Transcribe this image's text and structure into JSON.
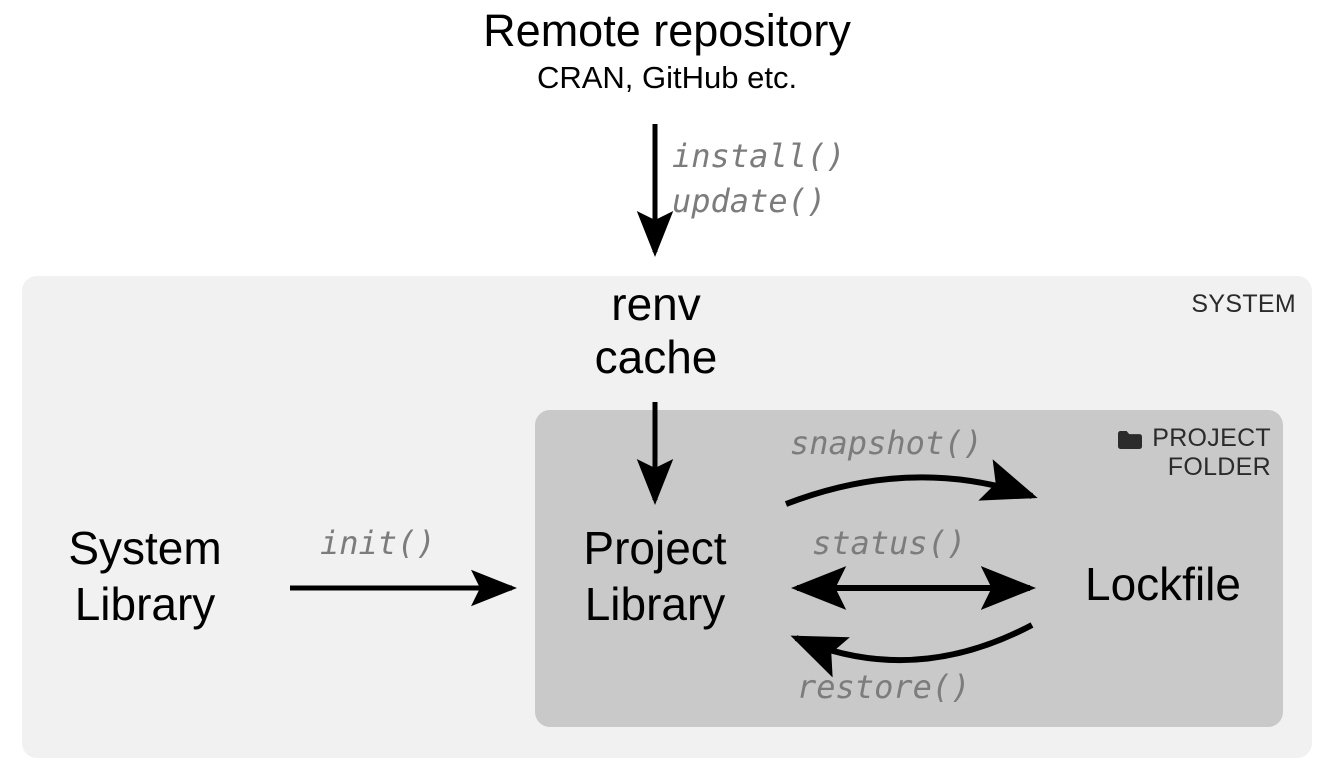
{
  "headline": {
    "title": "Remote repository",
    "subtitle": "CRAN, GitHub etc."
  },
  "containers": {
    "system": {
      "label": "SYSTEM",
      "fill": "#f1f1f1"
    },
    "project": {
      "label": "PROJECT\nFOLDER",
      "icon": "folder-icon",
      "fill": "#c9c9c9"
    }
  },
  "nodes": {
    "renv_cache": "renv\ncache",
    "system_library": "System\nLibrary",
    "project_library": "Project\nLibrary",
    "lockfile": "Lockfile"
  },
  "functions": {
    "install_update": "install()\nupdate()",
    "init": "init()",
    "snapshot": "snapshot()",
    "status": "status()",
    "restore": "restore()"
  },
  "colors": {
    "arrow": "#000000",
    "function_text": "#7c7c7c",
    "node_text": "#000000",
    "container_label": "#2b2b2b",
    "system_fill": "#f1f1f1",
    "project_fill": "#c9c9c9",
    "background": "#ffffff"
  }
}
